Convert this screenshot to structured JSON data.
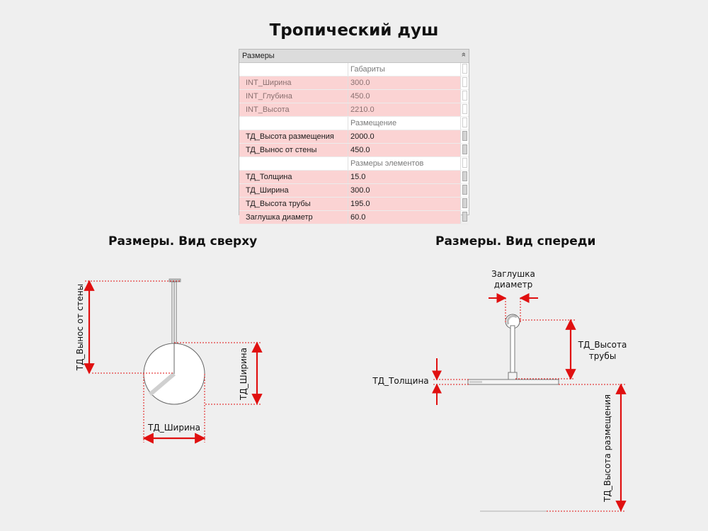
{
  "title": "Тропический душ",
  "panel": {
    "header": "Размеры",
    "collapse_glyph": "»",
    "rows": [
      {
        "kind": "group",
        "name": "",
        "value": "Габариты"
      },
      {
        "kind": "param",
        "style": "dim",
        "name": "INT_Ширина",
        "value": "300.0"
      },
      {
        "kind": "param",
        "style": "dim",
        "name": "INT_Глубина",
        "value": "450.0"
      },
      {
        "kind": "param",
        "style": "dim",
        "name": "INT_Высота",
        "value": "2210.0"
      },
      {
        "kind": "group",
        "name": "",
        "value": "Размещение"
      },
      {
        "kind": "param",
        "style": "edit",
        "name": "ТД_Высота размещения",
        "value": "2000.0"
      },
      {
        "kind": "param",
        "style": "edit",
        "name": "ТД_Вынос от стены",
        "value": "450.0"
      },
      {
        "kind": "group",
        "name": "",
        "value": "Размеры элементов"
      },
      {
        "kind": "param",
        "style": "edit",
        "name": "ТД_Толщина",
        "value": "15.0"
      },
      {
        "kind": "param",
        "style": "edit",
        "name": "ТД_Ширина",
        "value": "300.0"
      },
      {
        "kind": "param",
        "style": "edit",
        "name": "ТД_Высота трубы",
        "value": "195.0"
      },
      {
        "kind": "param",
        "style": "edit",
        "name": "Заглушка диаметр",
        "value": "60.0"
      }
    ]
  },
  "top_view": {
    "title": "Размеры. Вид сверху",
    "label_offset": "ТД_Вынос от стены",
    "label_width_side": "ТД_Ширина",
    "label_width_bottom": "ТД_Ширина"
  },
  "front_view": {
    "title": "Размеры. Вид спереди",
    "label_cap_line1": "Заглушка",
    "label_cap_line2": "диаметр",
    "label_pipe_line1": "ТД_Высота",
    "label_pipe_line2": "трубы",
    "label_thickness": "ТД_Толщина",
    "label_height": "ТД_Высота размещения"
  },
  "colors": {
    "dimension": "#e01010",
    "param_bg": "#fbd3d3",
    "background": "#efefef"
  }
}
